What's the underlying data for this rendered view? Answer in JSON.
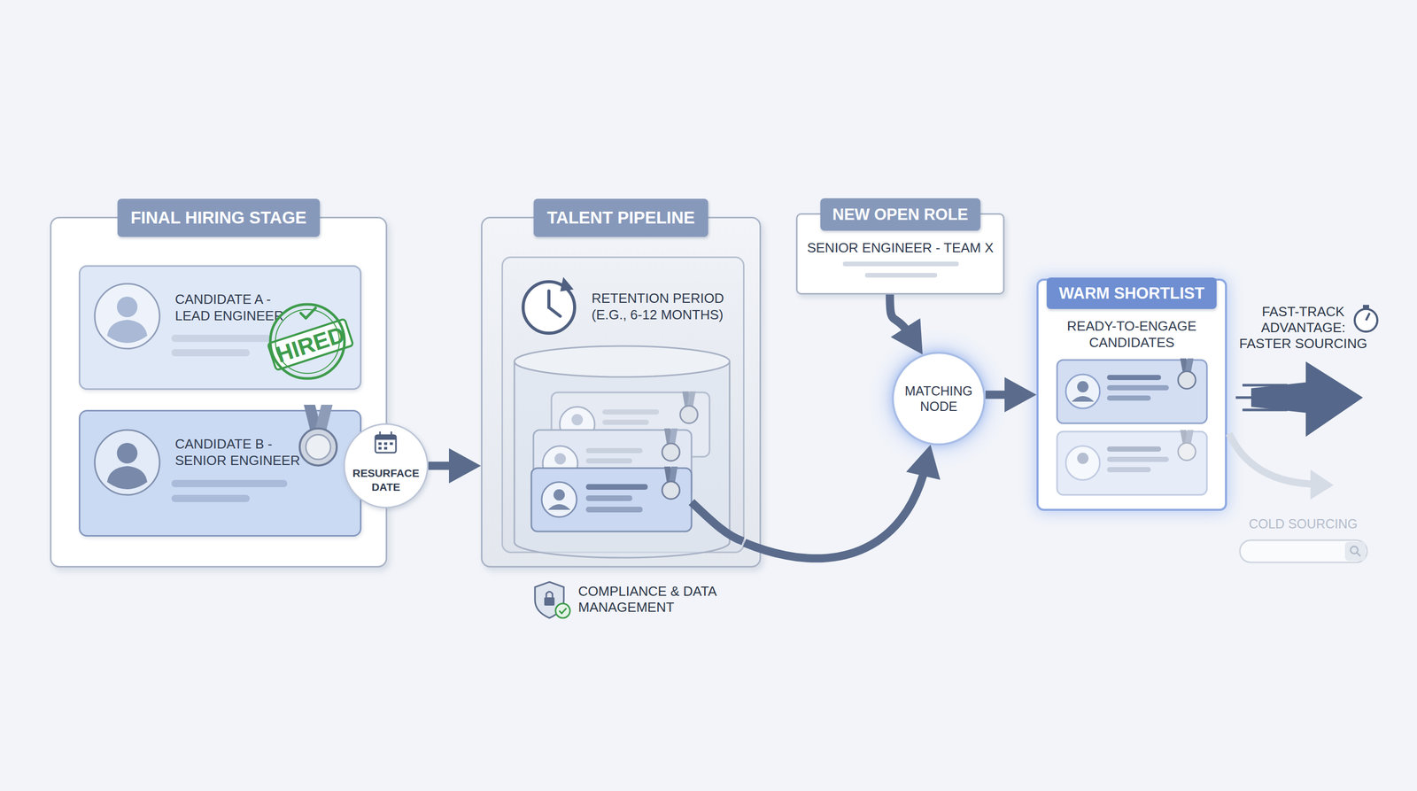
{
  "diagram": {
    "nodes": [
      {
        "text": [
          "FINAL HIRING STAGE"
        ]
      },
      {
        "text": [
          "CANDIDATE A - LEAD ENGINEER",
          "HIRED"
        ],
        "in": 0
      },
      {
        "text": [
          "CANDIDATE B - SENIOR ENGINEER"
        ],
        "in": 0
      },
      {
        "text": [
          "RESURFACE DATE"
        ]
      },
      {
        "text": [
          "TALENT PIPELINE"
        ]
      },
      {
        "text": [
          "RETENTION PERIOD (E.G., 6-12 MONTHS)"
        ],
        "in": 4
      },
      {
        "text": [
          "NEW OPEN ROLE",
          "SENIOR ENGINEER - TEAM X"
        ]
      },
      {
        "text": [
          "MATCHING NODE"
        ]
      },
      {
        "text": [
          "WARM SHORTLIST",
          "READY-TO-ENGAGE CANDIDATES"
        ]
      }
    ],
    "edges": [
      {
        "from": 3,
        "to": 4,
        "arrow": "to"
      },
      {
        "from": 6,
        "to": 7,
        "arrow": "to"
      },
      {
        "from": 5,
        "to": 7,
        "arrow": "to"
      },
      {
        "from": 7,
        "to": 8,
        "arrow": "to"
      }
    ],
    "labels": [
      "COMPLIANCE & DATA MANAGEMENT",
      "FAST-TRACK ADVANTAGE: FASTER SOURCING",
      "COLD SOURCING"
    ]
  }
}
